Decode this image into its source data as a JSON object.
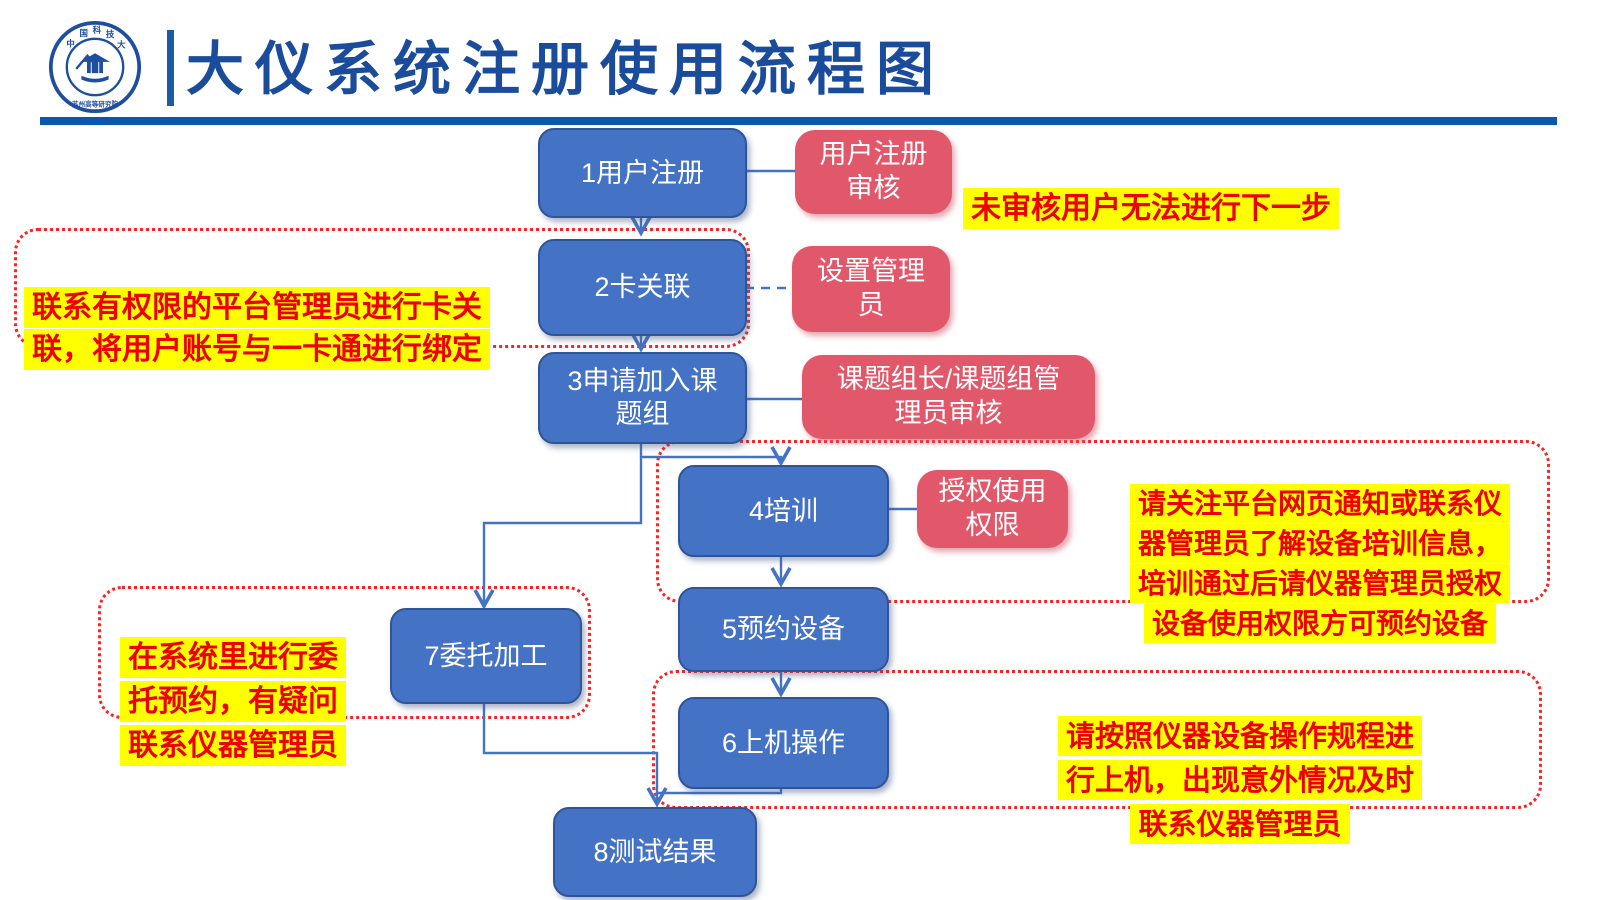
{
  "header": {
    "title": "大仪系统注册使用流程图",
    "logo": "university-seal"
  },
  "colors": {
    "title_blue": "#1b4c9b",
    "rule_blue": "#0c57ae",
    "step_fill": "#4472c4",
    "step_border": "#2f5597",
    "review_fill": "#e2586b",
    "connector_blue": "#4472c4",
    "note_text_red": "#ee0000",
    "note_highlight_yellow": "#ffff00",
    "dotted_frame_red": "#ff2222"
  },
  "flow": {
    "steps": [
      {
        "id": 1,
        "label": "1用户注册"
      },
      {
        "id": 2,
        "label": "2卡关联"
      },
      {
        "id": 3,
        "label": "3申请加入课\n题组"
      },
      {
        "id": 4,
        "label": "4培训"
      },
      {
        "id": 5,
        "label": "5预约设备"
      },
      {
        "id": 6,
        "label": "6上机操作"
      },
      {
        "id": 7,
        "label": "7委托加工"
      },
      {
        "id": 8,
        "label": "8测试结果"
      }
    ],
    "reviews": [
      {
        "label": "用户注册\n审核"
      },
      {
        "label": "设置管理\n员"
      },
      {
        "label": "课题组长/课题组管\n理员审核"
      },
      {
        "label": "授权使用\n权限"
      }
    ],
    "notes": [
      {
        "label": "未审核用户无法进行下一步"
      },
      {
        "label": "联系有权限的平台管理员进行卡关\n联，将用户账号与一卡通进行绑定"
      },
      {
        "label": "请关注平台网页通知或联系仪\n器管理员了解设备培训信息，\n培训通过后请仪器管理员授权\n设备使用权限方可预约设备"
      },
      {
        "label": "在系统里进行委\n托预约，有疑问\n联系仪器管理员"
      },
      {
        "label": "请按照仪器设备操作规程进\n行上机，出现意外情况及时\n联系仪器管理员"
      }
    ]
  }
}
